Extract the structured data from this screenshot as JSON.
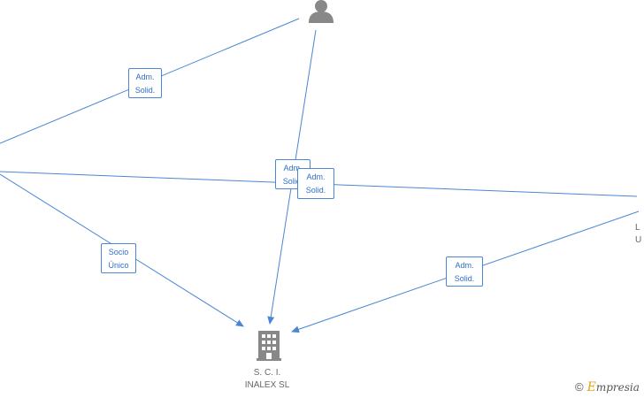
{
  "colors": {
    "edge": "#4a86d4",
    "label_text": "#2f6fc7",
    "node_icon": "#888888",
    "brand_accent": "#e8a317"
  },
  "nodes": {
    "person_top": {
      "icon": "person-icon"
    },
    "company_center": {
      "icon": "building-icon",
      "name_line1": "S.  C. I.",
      "name_line2": "INALEX SL"
    },
    "right_partial": {
      "line1": "L",
      "line2": "U"
    }
  },
  "edges": [
    {
      "label_line1": "Adm.",
      "label_line2": "Solid."
    },
    {
      "label_line1": "Adm.",
      "label_line2": "Solid."
    },
    {
      "label_line1": "Adm.",
      "label_line2": "Solid."
    },
    {
      "label_line1": "Socio",
      "label_line2": "Único"
    },
    {
      "label_line1": "Adm.",
      "label_line2": "Solid."
    }
  ],
  "watermark": {
    "symbol": "©",
    "brand_first": "E",
    "brand_rest": "mpresia"
  }
}
